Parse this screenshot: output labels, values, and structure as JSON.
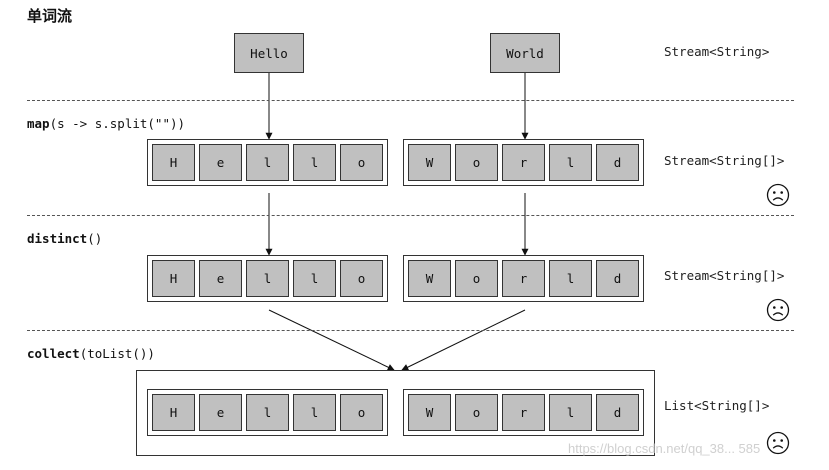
{
  "title": "单词流",
  "words": [
    "Hello",
    "World"
  ],
  "ops": {
    "map": {
      "name": "map",
      "args": "(s -> s.split(\"\"))"
    },
    "distinct": {
      "name": "distinct",
      "args": "()"
    },
    "collect": {
      "name": "collect",
      "args": "(toList())"
    }
  },
  "types": {
    "stage0": "Stream<String>",
    "stage1": "Stream<String[]>",
    "stage2": "Stream<String[]>",
    "stage3": "List<String[]>"
  },
  "arrays": [
    [
      "H",
      "e",
      "l",
      "l",
      "o"
    ],
    [
      "W",
      "o",
      "r",
      "l",
      "d"
    ]
  ],
  "icons": {
    "sad_face": "sad-face-icon"
  },
  "watermark": "https://blog.csdn.net/qq_38... 585"
}
